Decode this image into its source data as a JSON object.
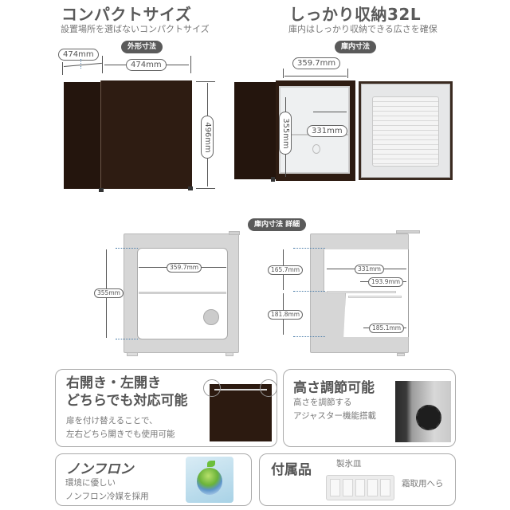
{
  "left_header": {
    "title": "コンパクトサイズ",
    "subtitle": "設置場所を選ばないコンパクトサイズ",
    "badge": "外形寸法"
  },
  "right_header": {
    "title": "しっかり収納32L",
    "subtitle": "庫内はしっかり収納できる広さを確保",
    "badge": "庫内寸法"
  },
  "exterior_dims": {
    "depth": "474mm",
    "width": "474mm",
    "height": "496mm"
  },
  "interior_dims": {
    "width": "359.7mm",
    "depth": "331mm",
    "height": "355mm"
  },
  "detail": {
    "badge": "庫内寸法 詳細",
    "front": {
      "width": "359.7mm",
      "height": "355mm"
    },
    "side": {
      "upper_height": "165.7mm",
      "lower_height": "181.8mm",
      "upper_depth": "331mm",
      "shelf_depth": "193.9mm",
      "lower_depth": "185.1mm"
    }
  },
  "features": [
    {
      "title_line1": "右開き・左開き",
      "title_line2": "どちらでも対応可能",
      "text_line1": "扉を付け替えることで、",
      "text_line2": "左右どちら開きでも使用可能",
      "image": "fridge-door-hinge-photo"
    },
    {
      "title": "高さ調節可能",
      "text_line1": "高さを調節する",
      "text_line2": "アジャスター機能搭載",
      "image": "adjuster-foot-photo"
    },
    {
      "title": "ノンフロン",
      "text_line1": "環境に優しい",
      "text_line2": "ノンフロン冷媒を採用",
      "image": "eco-globe-sprout-photo"
    },
    {
      "title": "付属品",
      "items": [
        "製氷皿",
        "霜取用へら"
      ],
      "image": "ice-tray-photo"
    }
  ],
  "colors": {
    "fridge_brown": "#2e1c12",
    "text_gray": "#5a5a5a",
    "badge_bg": "#5a5a5a",
    "guide_blue": "#4a7ca8",
    "drawing_gray": "#d6d6d6"
  }
}
